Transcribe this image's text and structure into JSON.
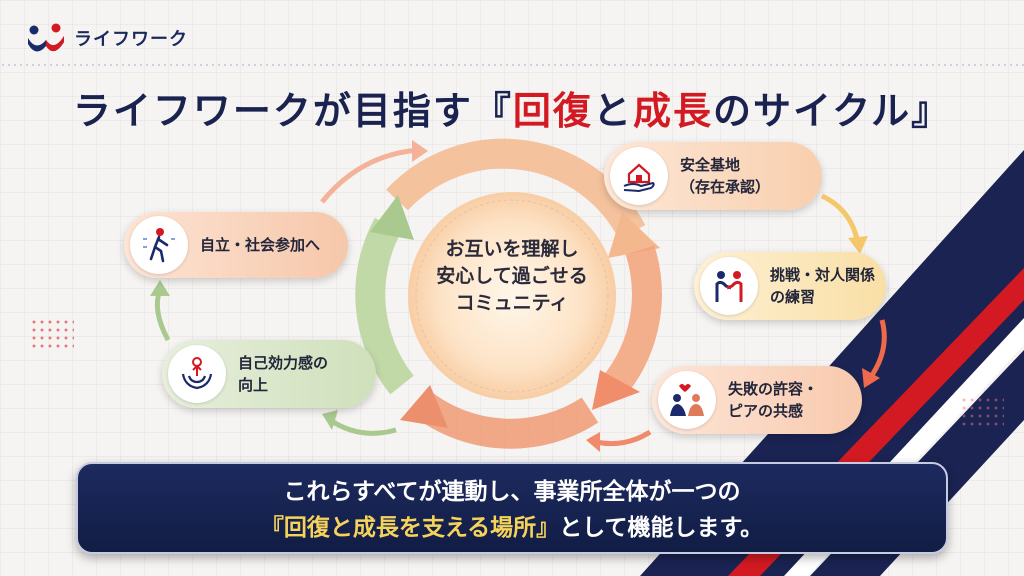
{
  "brand": {
    "name": "ライフワーク"
  },
  "title": {
    "prefix": "ライフワークが目指す『",
    "red1": "回復",
    "mid": "と",
    "red2": "成長",
    "suffix": "のサイクル』"
  },
  "center": {
    "line1": "お互いを理解し",
    "line2": "安心して過ごせる",
    "line3": "コミュニティ"
  },
  "cards": [
    {
      "line1": "安全基地",
      "line2": "（存在承認）",
      "icon": "house-hand-icon"
    },
    {
      "line1": "挑戦・対人関係",
      "line2": "の練習",
      "icon": "handshake-icon"
    },
    {
      "line1": "失敗の許容・",
      "line2": "ピアの共感",
      "icon": "peer-support-icon"
    },
    {
      "line1": "自立・社会参加へ",
      "icon": "walking-person-icon"
    },
    {
      "line1": "自己効力感の",
      "line2": "向上",
      "icon": "hands-growth-icon"
    }
  ],
  "banner": {
    "line1": "これらすべてが連動し、事業所全体が一つの",
    "highlight": "『回復と成長を支える場所』",
    "line2_rest": "として機能します。"
  },
  "colors": {
    "navy": "#1a2250",
    "red": "#d31a22",
    "orange": "#f2a27a",
    "yellow": "#f4c86a",
    "green": "#a9c98f"
  }
}
